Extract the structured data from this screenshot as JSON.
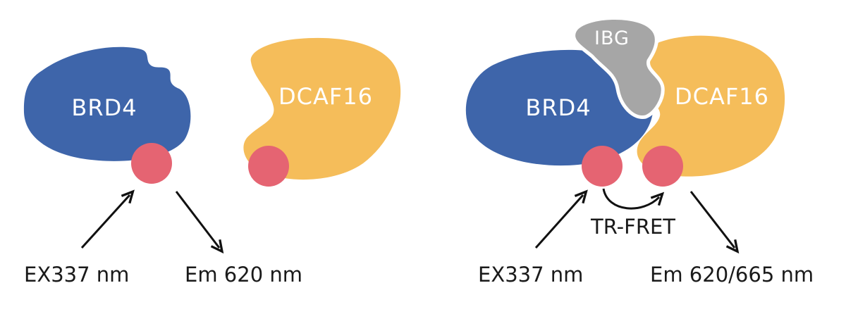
{
  "colors": {
    "brd4": "#3e65aa",
    "dcaf16": "#f5bd5a",
    "ibg": "#a6a6a6",
    "fluorophore": "#e56472",
    "arrow": "#111111",
    "text": "#1a1a1a"
  },
  "left_panel": {
    "brd4_label": "BRD4",
    "dcaf16_label": "DCAF16",
    "excitation_label": "EX337 nm",
    "emission_label": "Em 620 nm"
  },
  "right_panel": {
    "brd4_label": "BRD4",
    "dcaf16_label": "DCAF16",
    "ibg_label": "IBG",
    "fret_label": "TR-FRET",
    "excitation_label": "EX337 nm",
    "emission_label": "Em 620/665 nm"
  }
}
